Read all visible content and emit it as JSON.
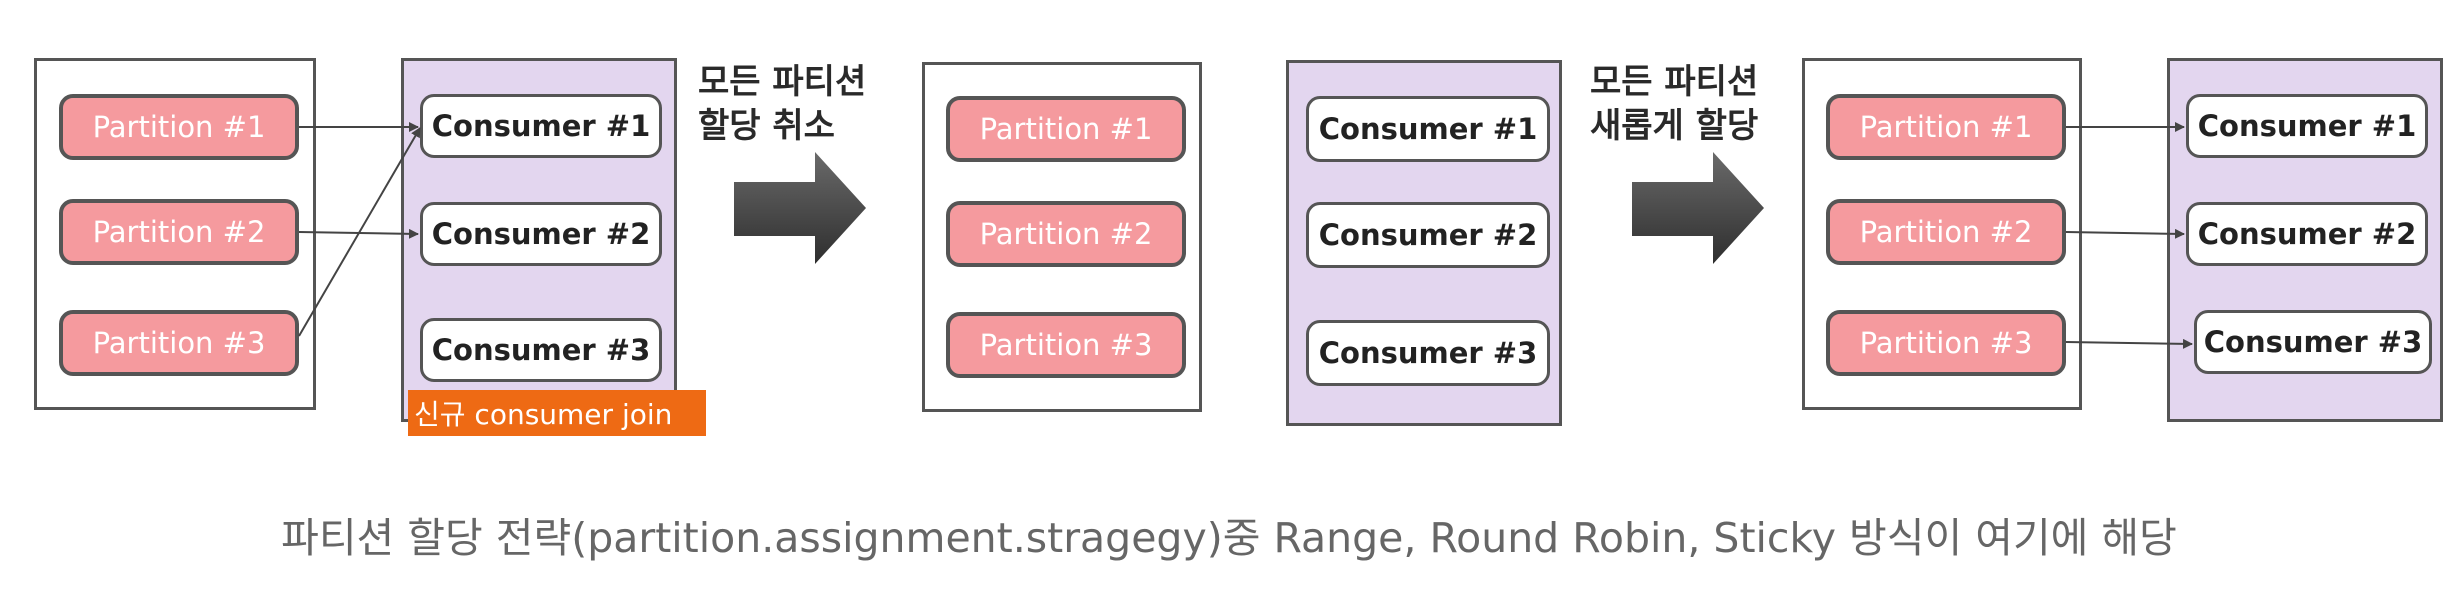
{
  "stage1": {
    "partitions": [
      "Partition #1",
      "Partition #2",
      "Partition #3"
    ],
    "consumers": [
      "Consumer #1",
      "Consumer #2",
      "Consumer #3"
    ],
    "new_consumer_tag": "신규 consumer join"
  },
  "step1": {
    "line1": "모든 파티션",
    "line2": "할당 취소"
  },
  "stage2": {
    "partitions": [
      "Partition #1",
      "Partition #2",
      "Partition #3"
    ],
    "consumers": [
      "Consumer #1",
      "Consumer #2",
      "Consumer #3"
    ]
  },
  "step2": {
    "line1": "모든 파티션",
    "line2": "새롭게 할당"
  },
  "stage3": {
    "partitions": [
      "Partition #1",
      "Partition #2",
      "Partition #3"
    ],
    "consumers": [
      "Consumer #1",
      "Consumer #2",
      "Consumer #3"
    ]
  },
  "caption": "파티션 할당 전략(partition.assignment.stragegy)중 Range, Round Robin, Sticky 방식이 여기에 해당",
  "colors": {
    "partition_fill": "#f59a9e",
    "consumer_group_fill": "#e3d6ef",
    "new_consumer_tag": "#ee6a14",
    "arrow": "#444444"
  }
}
